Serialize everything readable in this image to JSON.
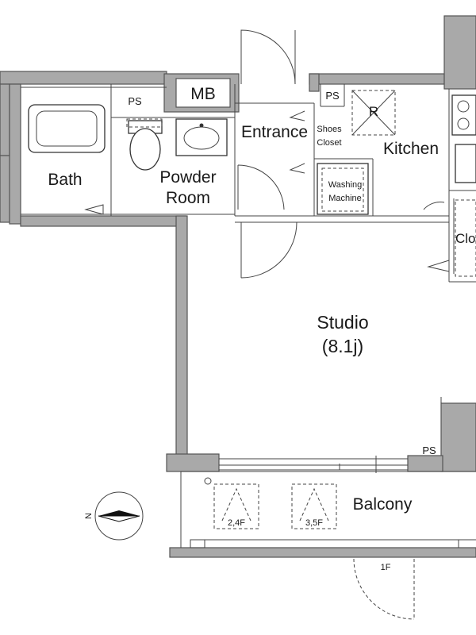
{
  "rooms": {
    "studio": "Studio",
    "studio_size": "(8.1j)",
    "kitchen": "Kitchen",
    "bath": "Bath",
    "powder_room_1": "Powder",
    "powder_room_2": "Room",
    "entrance": "Entrance",
    "shoes_closet_1": "Shoes",
    "shoes_closet_2": "Closet",
    "washing_machine_1": "Washing",
    "washing_machine_2": "Machine",
    "balcony": "Balcony",
    "closet": "Clo"
  },
  "markers": {
    "mb": "MB",
    "ps_bath": "PS",
    "ps_kitchen": "PS",
    "ps_balcony": "PS",
    "refrigerator": "R",
    "evac_hatch_1": "2,4F",
    "evac_hatch_2": "3,5F",
    "floor_below": "1F"
  },
  "compass": {
    "north": "N"
  }
}
